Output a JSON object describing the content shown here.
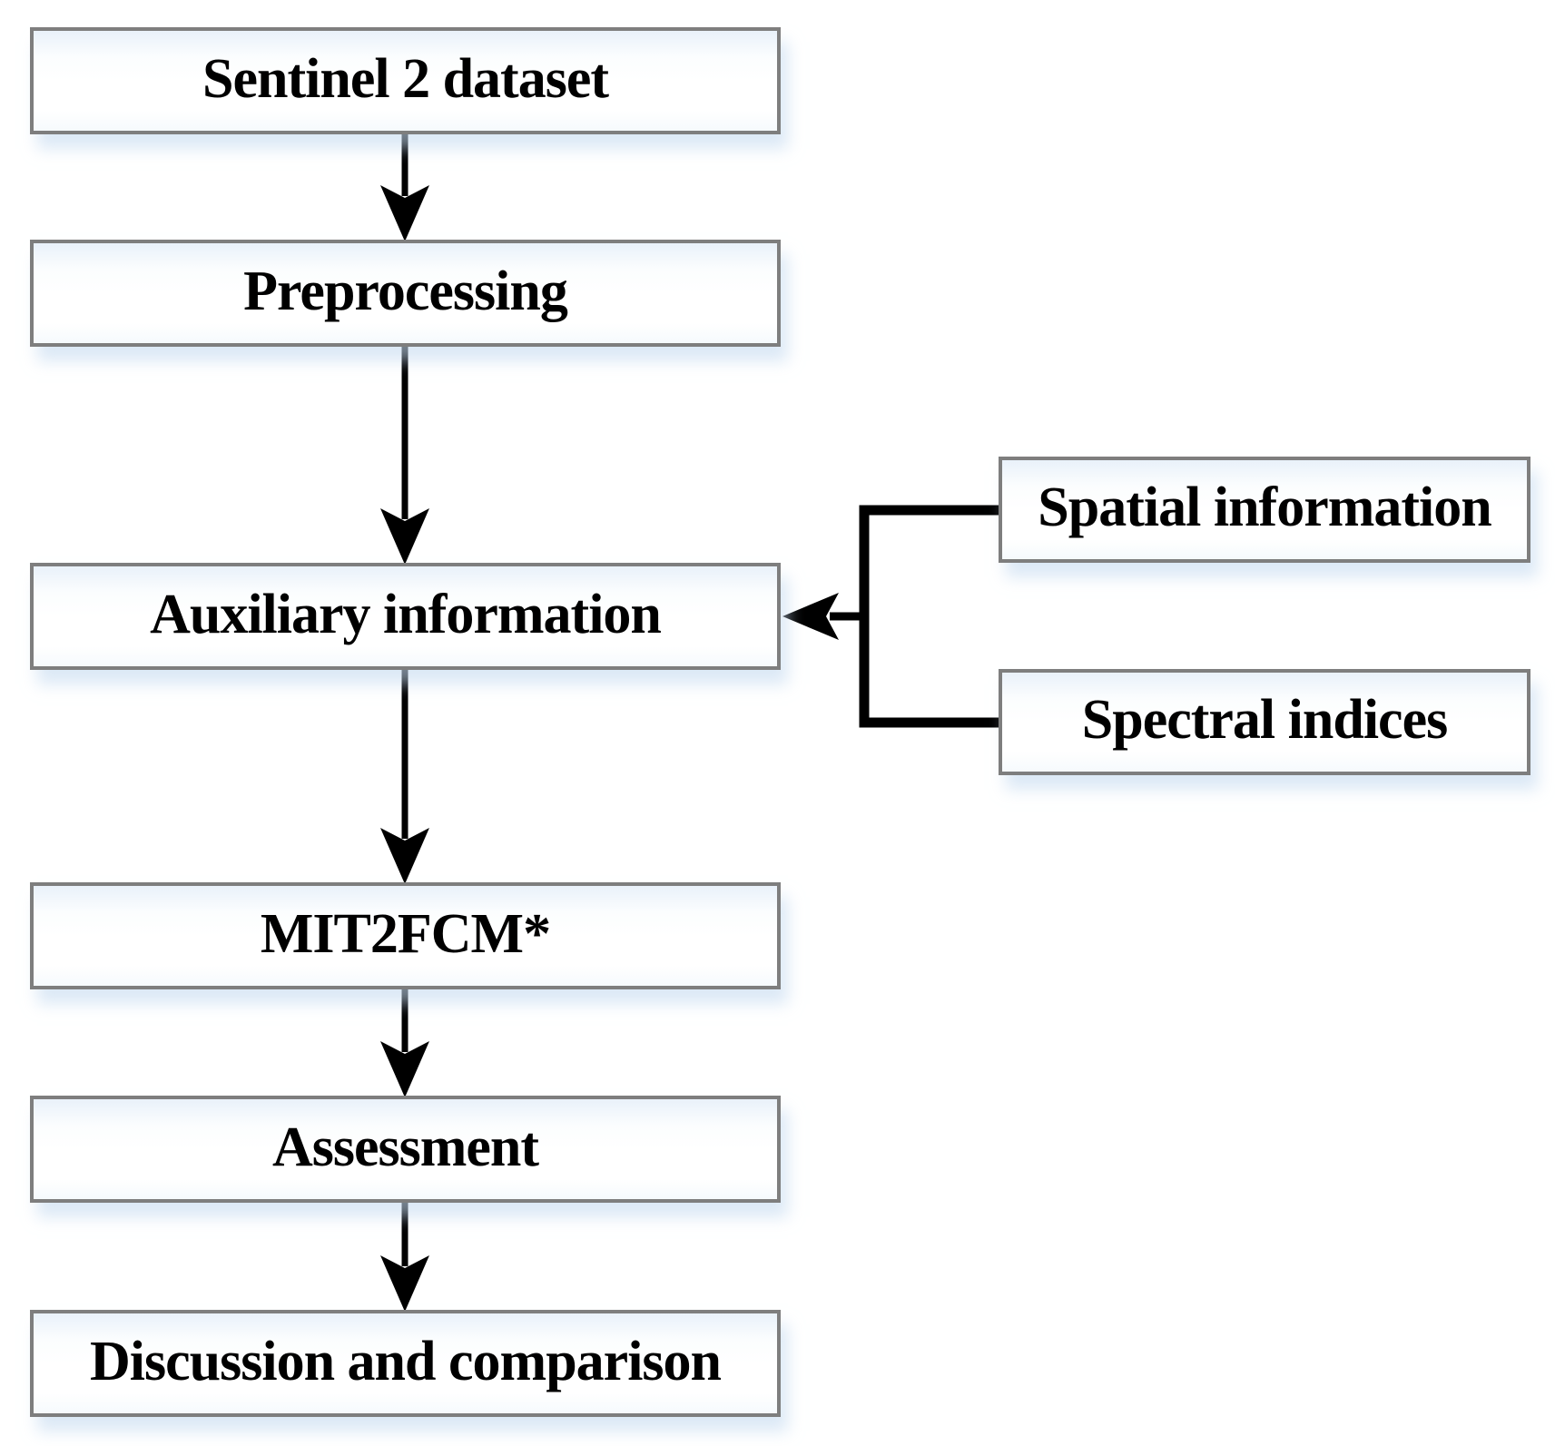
{
  "diagram": {
    "type": "flowchart",
    "nodes": [
      {
        "id": "sentinel",
        "label": "Sentinel 2 dataset",
        "column": "left"
      },
      {
        "id": "preprocessing",
        "label": "Preprocessing",
        "column": "left"
      },
      {
        "id": "auxiliary",
        "label": "Auxiliary information",
        "column": "left"
      },
      {
        "id": "mit2fcm",
        "label": "MIT2FCM*",
        "column": "left"
      },
      {
        "id": "assessment",
        "label": "Assessment",
        "column": "left"
      },
      {
        "id": "discussion",
        "label": "Discussion and comparison",
        "column": "left"
      },
      {
        "id": "spatial",
        "label": "Spatial information",
        "column": "right"
      },
      {
        "id": "spectral",
        "label": "Spectral indices",
        "column": "right"
      }
    ],
    "edges": [
      {
        "from": "Sentinel 2 dataset",
        "to": "Preprocessing",
        "style": "arrow-down"
      },
      {
        "from": "Preprocessing",
        "to": "Auxiliary information",
        "style": "arrow-down"
      },
      {
        "from": "Auxiliary information",
        "to": "MIT2FCM*",
        "style": "arrow-down"
      },
      {
        "from": "MIT2FCM*",
        "to": "Assessment",
        "style": "arrow-down"
      },
      {
        "from": "Assessment",
        "to": "Discussion and comparison",
        "style": "arrow-down"
      },
      {
        "from": "Spatial information",
        "to": "Auxiliary information",
        "style": "bracket-arrow-left"
      },
      {
        "from": "Spectral indices",
        "to": "Auxiliary information",
        "style": "bracket-arrow-left"
      }
    ],
    "colors": {
      "box_border": "#7e7e7e",
      "box_fill": "#ffffff",
      "box_tint": "#e9f1fa",
      "arrow": "#000000",
      "background": "#ffffff",
      "shadow": "#cfe0f2"
    }
  }
}
